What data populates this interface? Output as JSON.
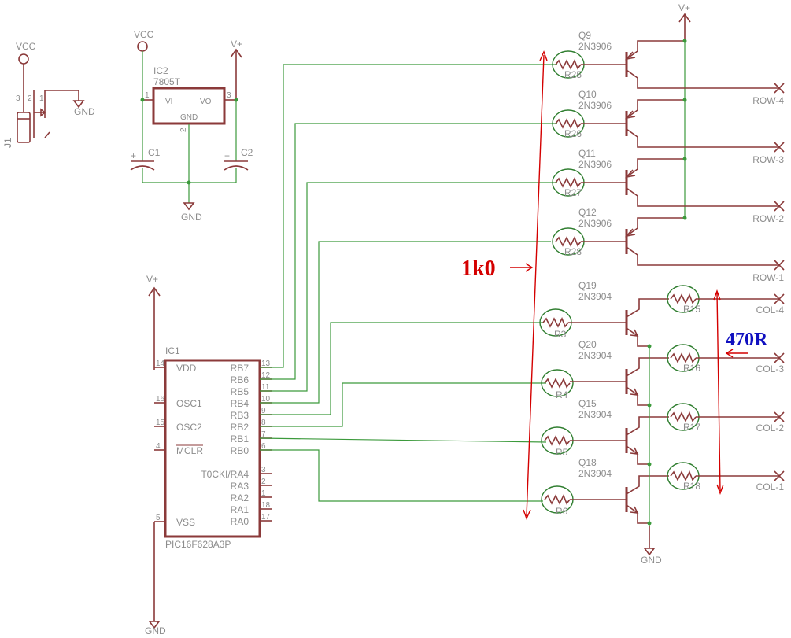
{
  "connector": {
    "name": "J1",
    "supply": "VCC",
    "ground": "GND",
    "pins": [
      "3",
      "2",
      "1"
    ]
  },
  "regulator": {
    "name": "IC2",
    "value": "7805T",
    "vi": "VI",
    "vo": "VO",
    "gnd": "GND",
    "pin_in": "1",
    "pin_out": "3",
    "pin_gnd": "2",
    "supply_in": "VCC",
    "supply_out": "V+",
    "ground": "GND"
  },
  "caps": [
    {
      "name": "C1",
      "pol": "+"
    },
    {
      "name": "C2",
      "pol": "+"
    }
  ],
  "mcu": {
    "name": "IC1",
    "value": "PIC16F628A3P",
    "supply": "V+",
    "ground": "GND",
    "left_pins": [
      {
        "name": "VDD",
        "num": "14"
      },
      {
        "name": "OSC1",
        "num": "16"
      },
      {
        "name": "OSC2",
        "num": "15"
      },
      {
        "name": "MCLR",
        "num": "4"
      },
      {
        "name": "VSS",
        "num": "5"
      }
    ],
    "right_pins": [
      {
        "name": "RB7",
        "num": "13"
      },
      {
        "name": "RB6",
        "num": "12"
      },
      {
        "name": "RB5",
        "num": "11"
      },
      {
        "name": "RB4",
        "num": "10"
      },
      {
        "name": "RB3",
        "num": "9"
      },
      {
        "name": "RB2",
        "num": "8"
      },
      {
        "name": "RB1",
        "num": "7"
      },
      {
        "name": "RB0",
        "num": "6"
      },
      {
        "name": "T0CKI/RA4",
        "num": "3"
      },
      {
        "name": "RA3",
        "num": "2"
      },
      {
        "name": "RA2",
        "num": "1"
      },
      {
        "name": "RA1",
        "num": "18"
      },
      {
        "name": "RA0",
        "num": "17"
      }
    ]
  },
  "pnp": [
    {
      "name": "Q9",
      "type": "2N3906",
      "resistor": "R25",
      "output": "ROW-4"
    },
    {
      "name": "Q10",
      "type": "2N3906",
      "resistor": "R26",
      "output": "ROW-3"
    },
    {
      "name": "Q11",
      "type": "2N3906",
      "resistor": "R27",
      "output": "ROW-2"
    },
    {
      "name": "Q12",
      "type": "2N3906",
      "resistor": "R28",
      "output": "ROW-1"
    }
  ],
  "npn": [
    {
      "name": "Q19",
      "type": "2N3904",
      "resistor": "R3",
      "collector_resistor": "R15",
      "output": "COL-4"
    },
    {
      "name": "Q20",
      "type": "2N3904",
      "resistor": "R4",
      "collector_resistor": "R16",
      "output": "COL-3"
    },
    {
      "name": "Q15",
      "type": "2N3904",
      "resistor": "R5",
      "collector_resistor": "R17",
      "output": "COL-2"
    },
    {
      "name": "Q18",
      "type": "2N3904",
      "resistor": "R6",
      "collector_resistor": "R18",
      "output": "COL-1"
    }
  ],
  "row_supply": "V+",
  "col_ground": "GND",
  "annotations": {
    "base_resistors": "1k0",
    "collector_resistors": "470R"
  },
  "colors": {
    "wire": "#3c9a3c",
    "part": "#8b3a3a",
    "label": "#8c8c8c",
    "annotation_red": "#d40000",
    "annotation_blue": "#1010c0"
  }
}
